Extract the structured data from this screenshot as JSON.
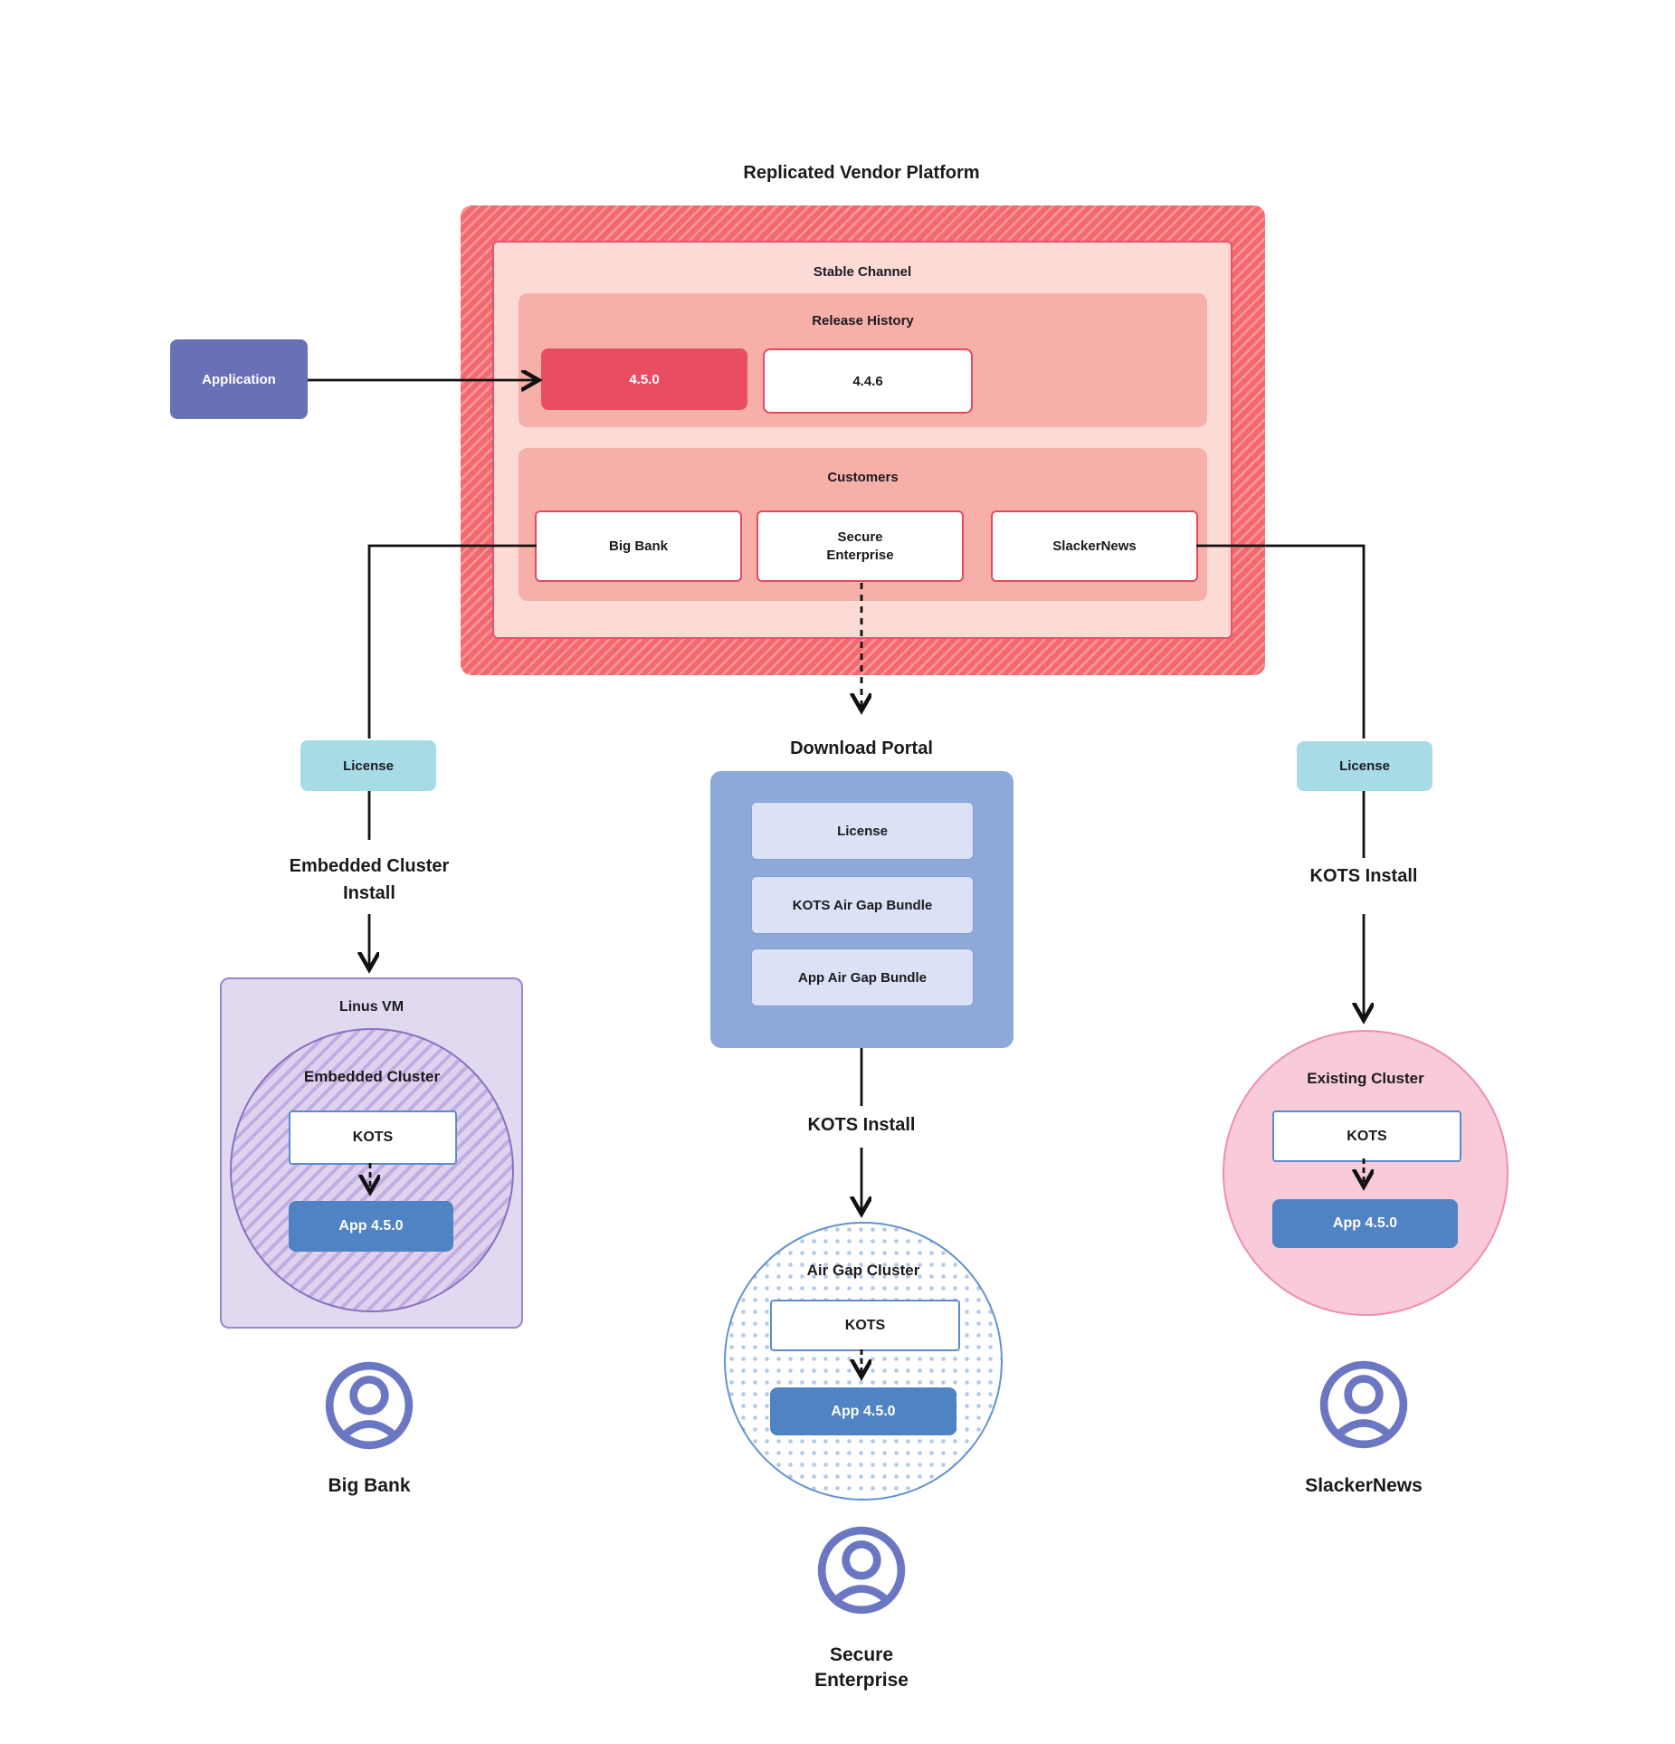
{
  "title": "Replicated Vendor Platform",
  "platform": {
    "stable_channel_label": "Stable Channel",
    "release_history_label": "Release History",
    "releases": [
      "4.5.0",
      "4.4.6"
    ],
    "customers_label": "Customers",
    "customers": [
      "Big Bank",
      "Secure Enterprise",
      "SlackerNews"
    ],
    "customer_secure_line1": "Secure",
    "customer_secure_line2": "Enterprise"
  },
  "application_label": "Application",
  "big_bank_flow": {
    "license_label": "License",
    "install_label_line1": "Embedded Cluster",
    "install_label_line2": "Install",
    "vm_label": "Linus VM",
    "cluster_label": "Embedded Cluster",
    "kots_label": "KOTS",
    "app_label": "App 4.5.0",
    "customer_label": "Big Bank"
  },
  "secure_flow": {
    "portal_label": "Download Portal",
    "portal_items": [
      "License",
      "KOTS Air Gap Bundle",
      "App Air Gap Bundle"
    ],
    "install_label": "KOTS Install",
    "cluster_label": "Air Gap Cluster",
    "kots_label": "KOTS",
    "app_label": "App 4.5.0",
    "customer_label_line1": "Secure",
    "customer_label_line2": "Enterprise"
  },
  "slacker_flow": {
    "license_label": "License",
    "install_label": "KOTS Install",
    "cluster_label": "Existing Cluster",
    "kots_label": "KOTS",
    "app_label": "App 4.5.0",
    "customer_label": "SlackerNews"
  },
  "colors": {
    "red_base": "#f4696e",
    "red_stripe": "#f79599",
    "channel_bg": "#fcdad5",
    "channel_border": "#e8506b",
    "group_bg": "#f7b0a9",
    "release_current_bg": "#e84d62",
    "box_border_red": "#e44a5f",
    "purple_app": "#6971b6",
    "teal": "#a7dbe6",
    "portal_bg": "#8ea8d9",
    "portal_item_bg": "#dbe2f6",
    "portal_item_border": "#7f9fd6",
    "vm_bg": "#e0d9f0",
    "vm_border": "#9c86cb",
    "circle_purple_bg": "#ddd3ee",
    "circle_purple_stripe": "#c2ade0",
    "circle_purple_border": "#8a70c0",
    "kots_border": "#5c8cc9",
    "app_blue": "#5083c3",
    "dots": "#b4cae8",
    "airgap_border": "#6292cc",
    "pink_bg": "#f9cbd8",
    "pink_border": "#ef8fad",
    "user_icon": "#6b77c2",
    "line": "#111111"
  }
}
